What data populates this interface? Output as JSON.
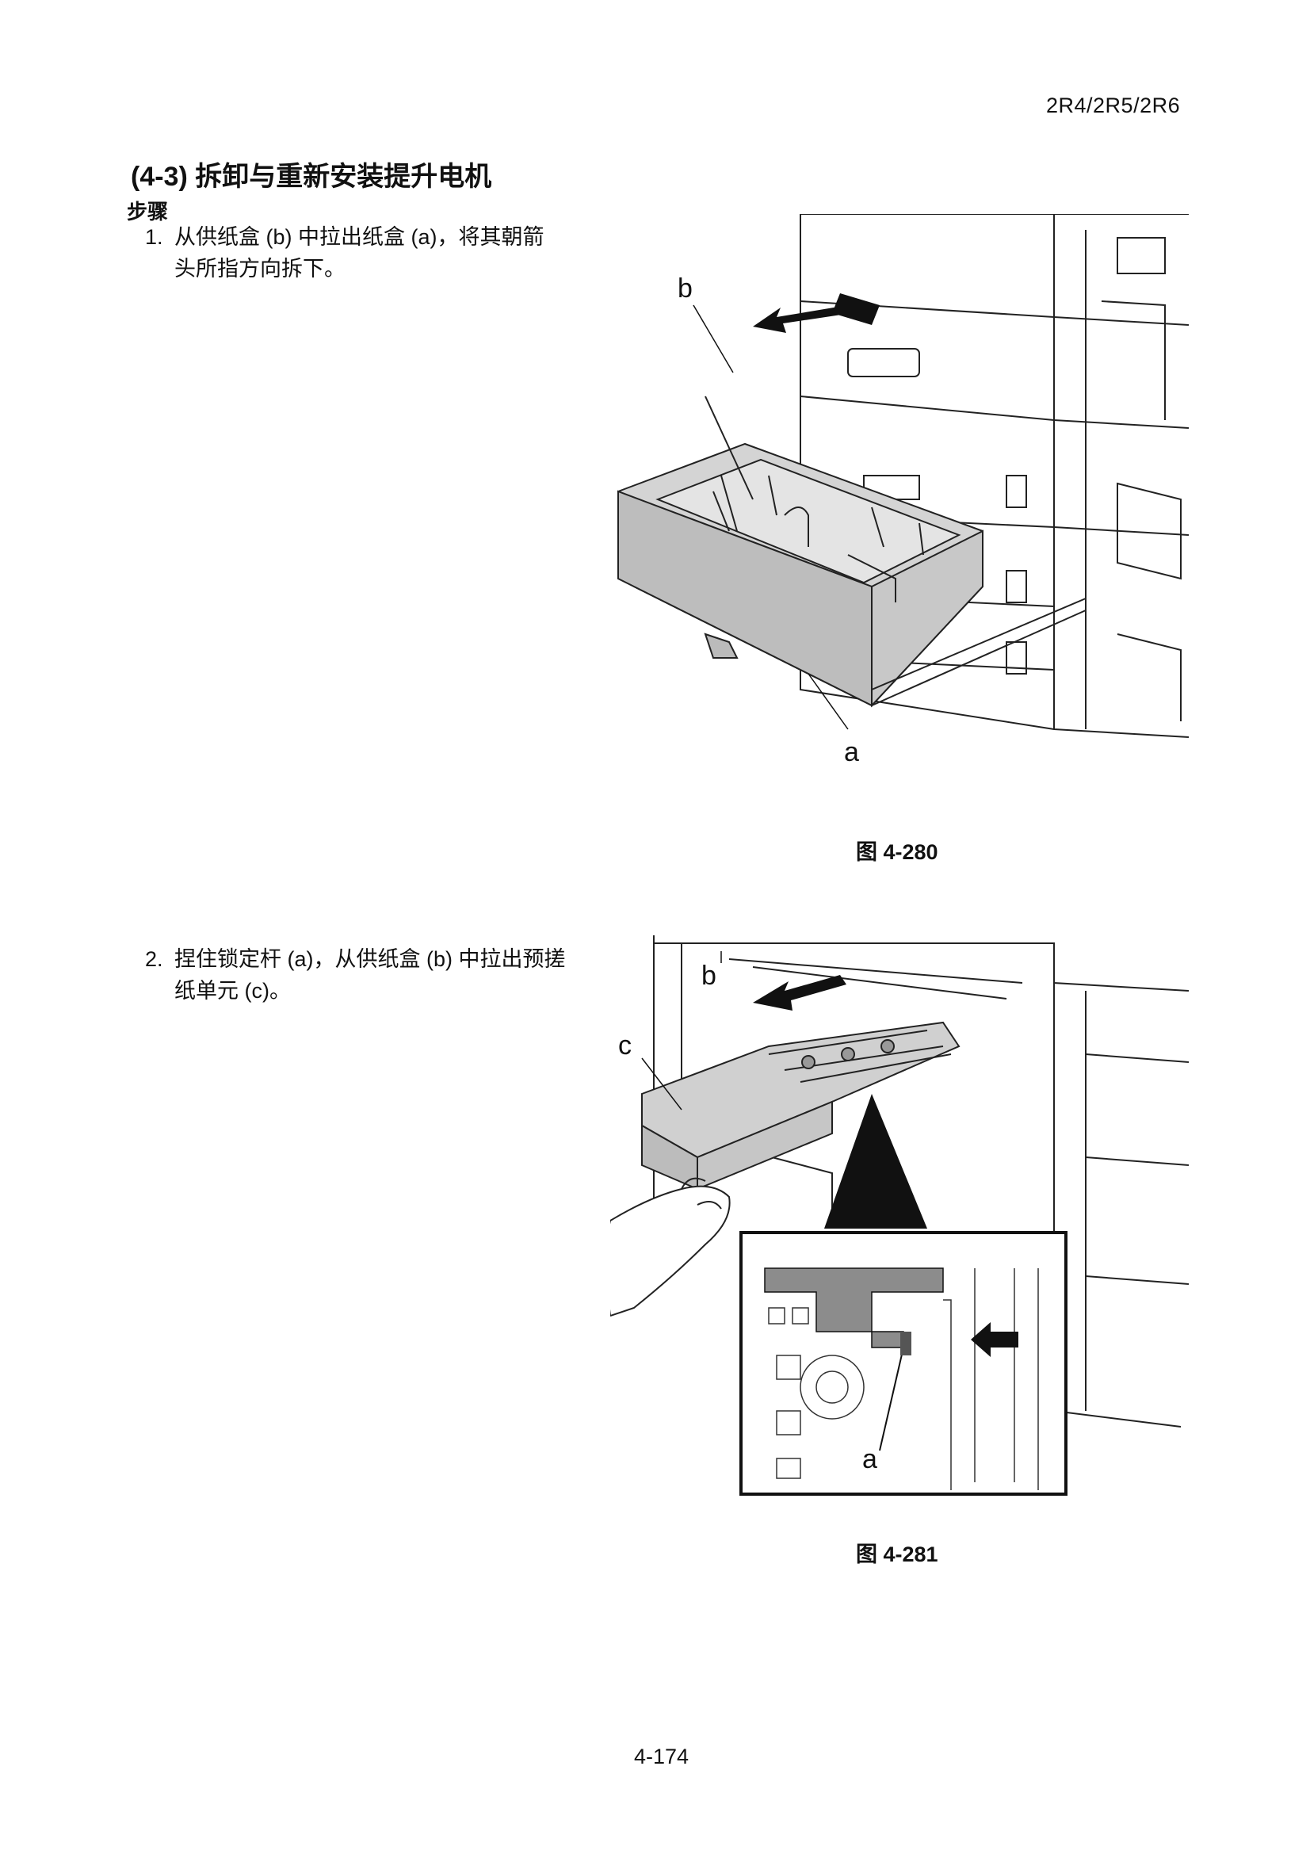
{
  "header": {
    "model_code": "2R4/2R5/2R6"
  },
  "section": {
    "title": "(4-3) 拆卸与重新安装提升电机"
  },
  "procedure": {
    "heading": "步骤",
    "steps": [
      {
        "number": "1.",
        "line1": "从供纸盒 (b) 中拉出纸盒 (a)，将其朝箭",
        "line2": "头所指方向拆下。"
      },
      {
        "number": "2.",
        "line1": "捏住锁定杆 (a)，从供纸盒 (b) 中拉出预搓",
        "line2": "纸单元 (c)。"
      }
    ]
  },
  "figures": [
    {
      "caption": "图 4-280",
      "labels": {
        "b": "b",
        "a": "a"
      }
    },
    {
      "caption": "图 4-281",
      "labels": {
        "b": "b",
        "c": "c",
        "a": "a"
      }
    }
  ],
  "footer": {
    "page_number": "4-174"
  }
}
